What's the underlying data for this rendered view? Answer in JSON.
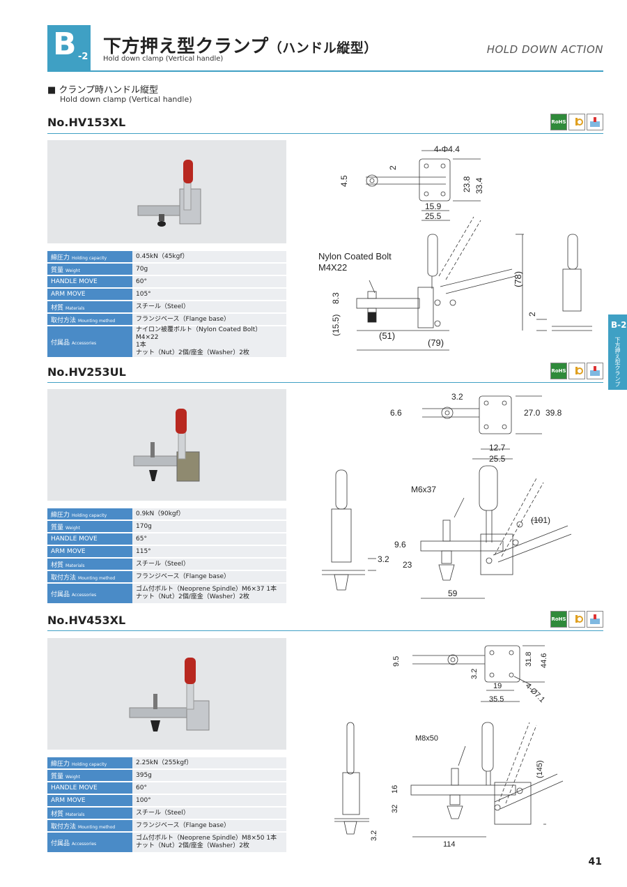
{
  "header": {
    "badge_letter": "B",
    "badge_suffix": "-2",
    "title": "下方押え型クランプ",
    "title_paren": "（ハンドル縦型）",
    "subtitle": "Hold down clamp (Vertical handle)",
    "right_label": "HOLD DOWN ACTION"
  },
  "section": {
    "title": "■ クランプ時ハンドル縦型",
    "subtitle": "Hold down clamp (Vertical handle)"
  },
  "icons": {
    "rohs": "RoHS",
    "bolt": "bolt-icon",
    "kk": "KK"
  },
  "products": [
    {
      "model": "No.HV153XL",
      "specs": [
        {
          "k": "締圧力",
          "ke": "Holding capacity",
          "v": "0.45kN（45kgf）"
        },
        {
          "k": "質量",
          "ke": "Weight",
          "v": "70g"
        },
        {
          "k": "HANDLE MOVE",
          "ke": "",
          "v": "60°"
        },
        {
          "k": "ARM MOVE",
          "ke": "",
          "v": "105°"
        },
        {
          "k": "材質",
          "ke": "Materials",
          "v": "スチール（Steel）"
        },
        {
          "k": "取付方法",
          "ke": "Mounting method",
          "v": "フランジベース（Flange base）"
        },
        {
          "k": "付属品",
          "ke": "Accessories",
          "v": [
            "ナイロン被覆ボルト（Nylon Coated Bolt）M4×22",
            "1本",
            "ナット（Nut）2個/座金（Washer）2枚"
          ]
        }
      ],
      "dims": {
        "holes": "4-Φ4.4",
        "d2": "2",
        "d45": "4.5",
        "d238": "23.8",
        "d334": "33.4",
        "d159": "15.9",
        "d255": "25.5",
        "bolt1": "Nylon Coated Bolt",
        "bolt2": "M4X22",
        "d83": "8.3",
        "d155": "(15.5)",
        "d51": "(51)",
        "d79": "(79)",
        "d78": "(78)",
        "d2b": "2"
      }
    },
    {
      "model": "No.HV253UL",
      "specs": [
        {
          "k": "締圧力",
          "ke": "Holding capacity",
          "v": "0.9kN（90kgf）"
        },
        {
          "k": "質量",
          "ke": "Weight",
          "v": "170g"
        },
        {
          "k": "HANDLE MOVE",
          "ke": "",
          "v": "65°"
        },
        {
          "k": "ARM MOVE",
          "ke": "",
          "v": "115°"
        },
        {
          "k": "材質",
          "ke": "Materials",
          "v": "スチール（Steel）"
        },
        {
          "k": "取付方法",
          "ke": "Mounting method",
          "v": "フランジベース（Flange base）"
        },
        {
          "k": "付属品",
          "ke": "Accessories",
          "v": [
            "ゴム付ボルト（Neoprene Spindle）M6×37 1本",
            "ナット（Nut）2個/座金（Washer）2枚"
          ]
        }
      ],
      "dims": {
        "d32": "3.2",
        "d66": "6.6",
        "d270": "27.0",
        "d398": "39.8",
        "d127": "12.7",
        "d255": "25.5",
        "bolt": "M6x37",
        "d101": "(101)",
        "d96": "9.6",
        "d32b": "3.2",
        "d23": "23",
        "d59": "59"
      }
    },
    {
      "model": "No.HV453XL",
      "specs": [
        {
          "k": "締圧力",
          "ke": "Holding capacity",
          "v": "2.25kN（255kgf）"
        },
        {
          "k": "質量",
          "ke": "Weight",
          "v": "395g"
        },
        {
          "k": "HANDLE MOVE",
          "ke": "",
          "v": "60°"
        },
        {
          "k": "ARM MOVE",
          "ke": "",
          "v": "100°"
        },
        {
          "k": "材質",
          "ke": "Materials",
          "v": "スチール（Steel）"
        },
        {
          "k": "取付方法",
          "ke": "Mounting method",
          "v": "フランジベース（Flange base）"
        },
        {
          "k": "付属品",
          "ke": "Accessories",
          "v": [
            "ゴム付ボルト（Neoprene Spindle）M8×50 1本",
            "ナット（Nut）2個/座金（Washer）2枚"
          ]
        }
      ],
      "dims": {
        "d95": "9.5",
        "d32": "3.2",
        "d318": "31.8",
        "d446": "44.6",
        "d19": "19",
        "d355": "35.5",
        "holes": "4-Ø7.1",
        "bolt": "M8x50",
        "d145": "(145)",
        "d16": "16",
        "d32b": "32",
        "d32c": "3.2",
        "d114": "114"
      }
    }
  ],
  "side_tab": {
    "top": "B-2",
    "text": "下方押え型クランプ"
  },
  "page_number": "41"
}
